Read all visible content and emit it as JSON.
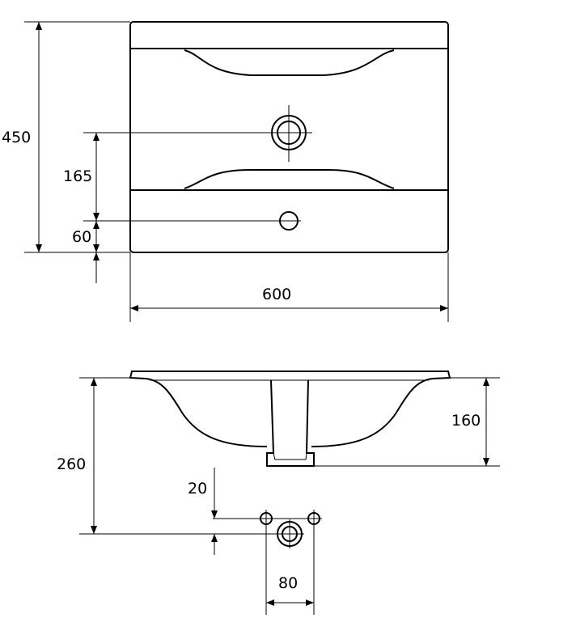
{
  "dimensions": {
    "depth": "450",
    "tap_hole_offset": "165",
    "overflow_offset": "60",
    "width": "600",
    "height_total": "260",
    "basin_depth": "160",
    "hole_height": "20",
    "hole_spacing": "80"
  },
  "colors": {
    "line": "#000000",
    "background": "#ffffff"
  }
}
